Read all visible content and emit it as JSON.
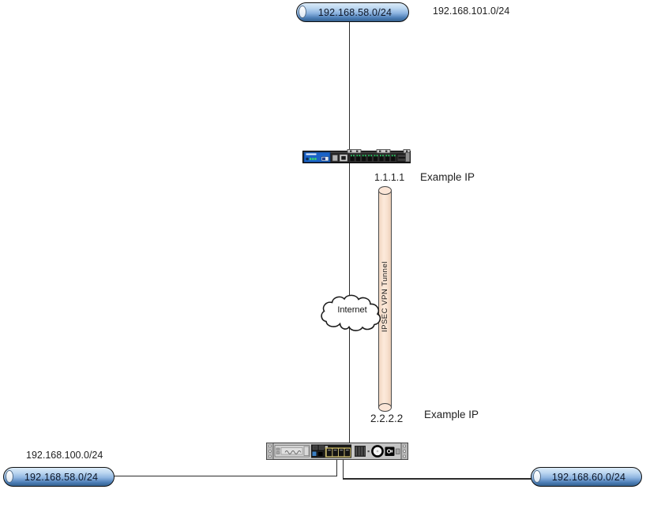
{
  "segments": {
    "top": {
      "label": "192.168.58.0/24"
    },
    "left": {
      "label": "192.168.58.0/24"
    },
    "right": {
      "label": "192.168.60.0/24"
    }
  },
  "annotations": {
    "top_right": "192.168.101.0/24",
    "bottom_left": "192.168.100.0/24"
  },
  "vpn": {
    "top_ip": "1.1.1.1",
    "top_note": "Example IP",
    "bottom_ip": "2.2.2.2",
    "bottom_note": "Example IP",
    "tunnel_label": "IPSEC VPN Tunnel"
  },
  "cloud": {
    "label": "Internet"
  },
  "devices": {
    "firewall": {
      "icon": "firewall-appliance-icon"
    },
    "server": {
      "icon": "rack-server-icon"
    }
  },
  "colors": {
    "segment_fill_light": "#dcebf8",
    "segment_fill_dark": "#35618f",
    "segment_border": "#101010",
    "tunnel_fill": "#fbe5d6",
    "connector": "#2b2b2b",
    "background": "#ffffff"
  }
}
